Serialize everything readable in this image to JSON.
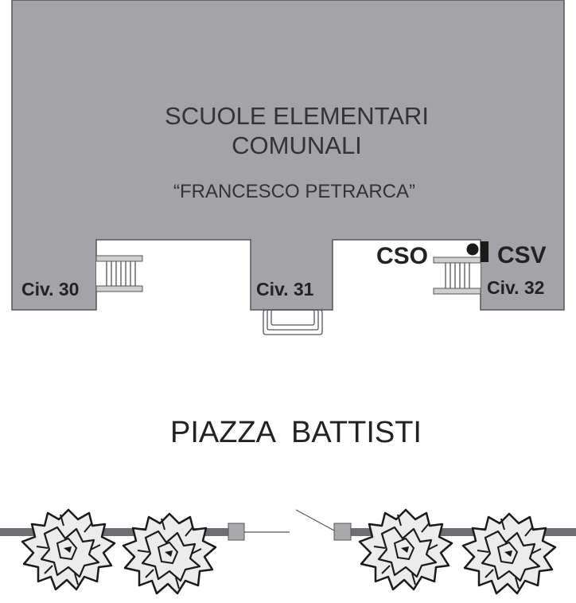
{
  "building": {
    "name_line1": "SCUOLE ELEMENTARI",
    "name_line2": "COMUNALI",
    "subtitle": "“FRANCESCO PETRARCA”"
  },
  "entrances": {
    "civ30": "Civ. 30",
    "civ31": "Civ. 31",
    "civ32": "Civ. 32"
  },
  "markers": {
    "cso": "CSO",
    "csv": "CSV"
  },
  "square": {
    "name": "PIAZZA  BATTISTI"
  },
  "colors": {
    "building_fill": "#a4a4a8",
    "outline": "#555555",
    "text": "#222222",
    "rail": "#6e6e73",
    "gate_post": "#a9a9ac"
  },
  "icons": [
    "tree-icon",
    "entrance-steps-icon",
    "gate-post-icon",
    "marker-dot-icon",
    "marker-square-icon"
  ]
}
